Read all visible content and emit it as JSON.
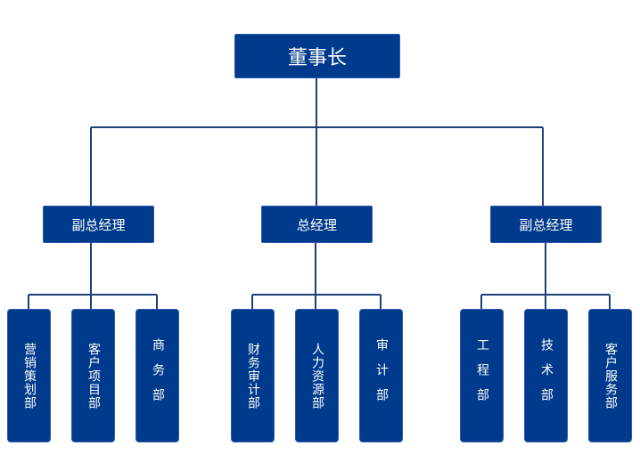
{
  "colors": {
    "box_fill": "#003a8c",
    "line": "#1e3f7a",
    "text": "#ffffff"
  },
  "chairman": {
    "label": "董事长"
  },
  "managers": [
    {
      "label": "副总经理",
      "departments": [
        {
          "label": "营销策划部"
        },
        {
          "label": "客户项目部"
        },
        {
          "label": "商务部"
        }
      ]
    },
    {
      "label": "总经理",
      "departments": [
        {
          "label": "财务审计部"
        },
        {
          "label": "人力资源部"
        },
        {
          "label": "审计部"
        }
      ]
    },
    {
      "label": "副总经理",
      "departments": [
        {
          "label": "工程部"
        },
        {
          "label": "技术部"
        },
        {
          "label": "客户服务部"
        }
      ]
    }
  ]
}
